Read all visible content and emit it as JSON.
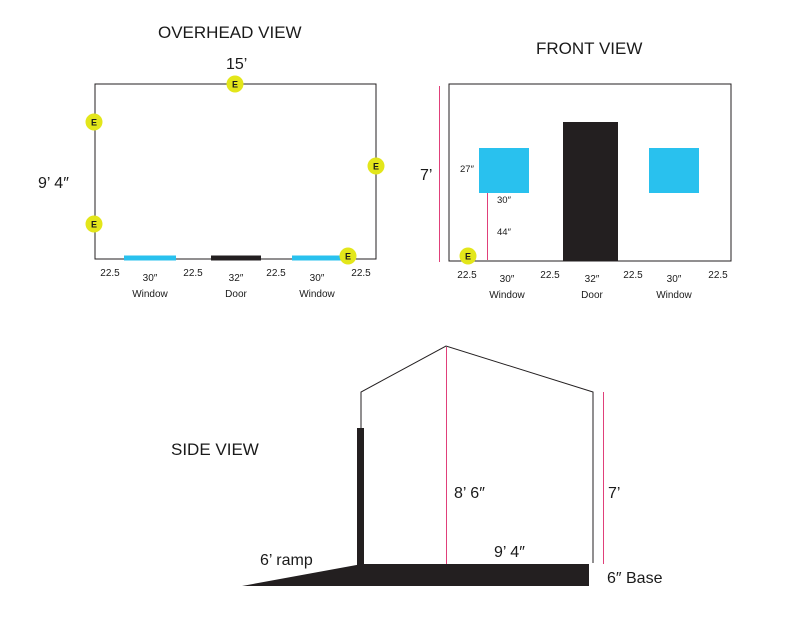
{
  "overhead": {
    "title": "OVERHEAD VIEW",
    "width": "15’",
    "depth": "9’ 4″",
    "outlet": "E",
    "spacing": [
      "22.5",
      "22.5",
      "22.5",
      "22.5"
    ],
    "opening_sizes": [
      "30″",
      "32″",
      "30″"
    ],
    "opening_names": [
      "Window",
      "Door",
      "Window"
    ]
  },
  "front": {
    "title": "FRONT VIEW",
    "height": "7’",
    "window_height": "27″",
    "window_width": "30″",
    "sill_height": "44″",
    "outlet": "E",
    "spacing": [
      "22.5",
      "22.5",
      "22.5",
      "22.5"
    ],
    "opening_sizes": [
      "30″",
      "32″",
      "30″"
    ],
    "opening_names": [
      "Window",
      "Door",
      "Window"
    ]
  },
  "side": {
    "title": "SIDE VIEW",
    "peak_height": "8’ 6″",
    "wall_height": "7’",
    "depth": "9’ 4″",
    "ramp": "6’ ramp",
    "base": "6″ Base"
  },
  "colors": {
    "window": "#29c1ee",
    "door": "#231f20",
    "outlet": "#e3e61a",
    "dimension": "#e0407a"
  }
}
